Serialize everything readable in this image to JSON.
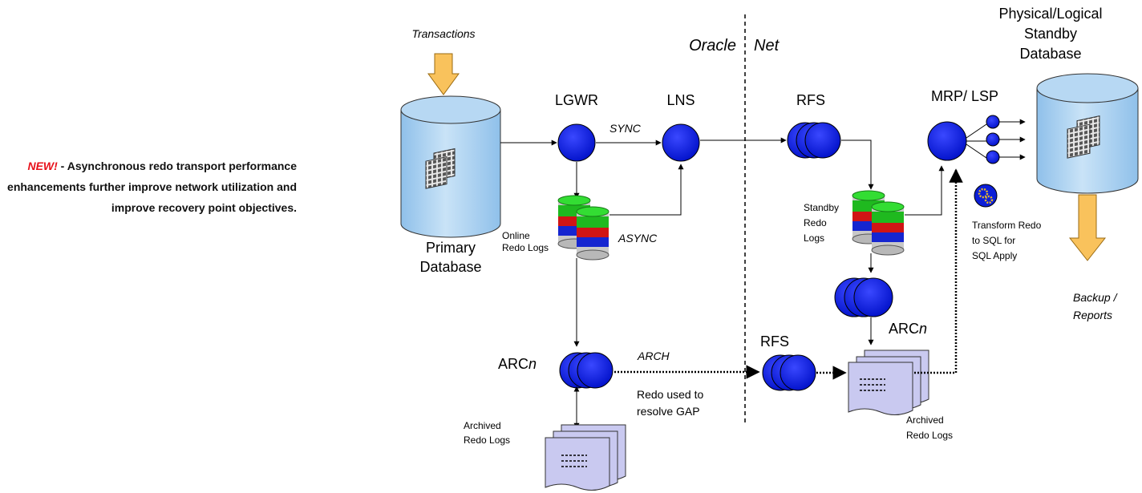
{
  "note": {
    "new_tag": "NEW!",
    "text": " - Asynchronous redo transport performance enhancements further improve network utilization and improve recovery point objectives."
  },
  "labels": {
    "transactions": "Transactions",
    "primary_line1": "Primary",
    "primary_line2": "Database",
    "lgwr": "LGWR",
    "lns": "LNS",
    "sync": "SYNC",
    "async": "ASYNC",
    "online_logs_line1": "Online",
    "online_logs_line2": "Redo Logs",
    "arcn_left_prefix": "ARC",
    "arcn_left_suffix": "n",
    "arch": "ARCH",
    "gap_line1": "Redo used to",
    "gap_line2": "resolve GAP",
    "archived_left_line1": "Archived",
    "archived_left_line2": "Redo Logs",
    "oracle": "Oracle",
    "net": "Net",
    "rfs_top": "RFS",
    "rfs_bottom": "RFS",
    "standby_logs_line1": "Standby",
    "standby_logs_line2": "Redo",
    "standby_logs_line3": "Logs",
    "arcn_right_prefix": "ARC",
    "arcn_right_suffix": "n",
    "archived_right_line1": "Archived",
    "archived_right_line2": "Redo Logs",
    "mrp_lsp": "MRP/ LSP",
    "transform_line1": "Transform Redo",
    "transform_line2": "to SQL for",
    "transform_line3": "SQL Apply",
    "standby_db_line1": "Physical/Logical",
    "standby_db_line2": "Standby",
    "standby_db_line3": "Database",
    "backup_line1": "Backup /",
    "backup_line2": "Reports"
  },
  "colors": {
    "process_blue": "#0a1adf",
    "cylinder_blue": "#a7d0f0",
    "orange_arrow": "#f9c25c",
    "doc_fill": "#c9c9f0",
    "new_red": "#e8101a"
  }
}
